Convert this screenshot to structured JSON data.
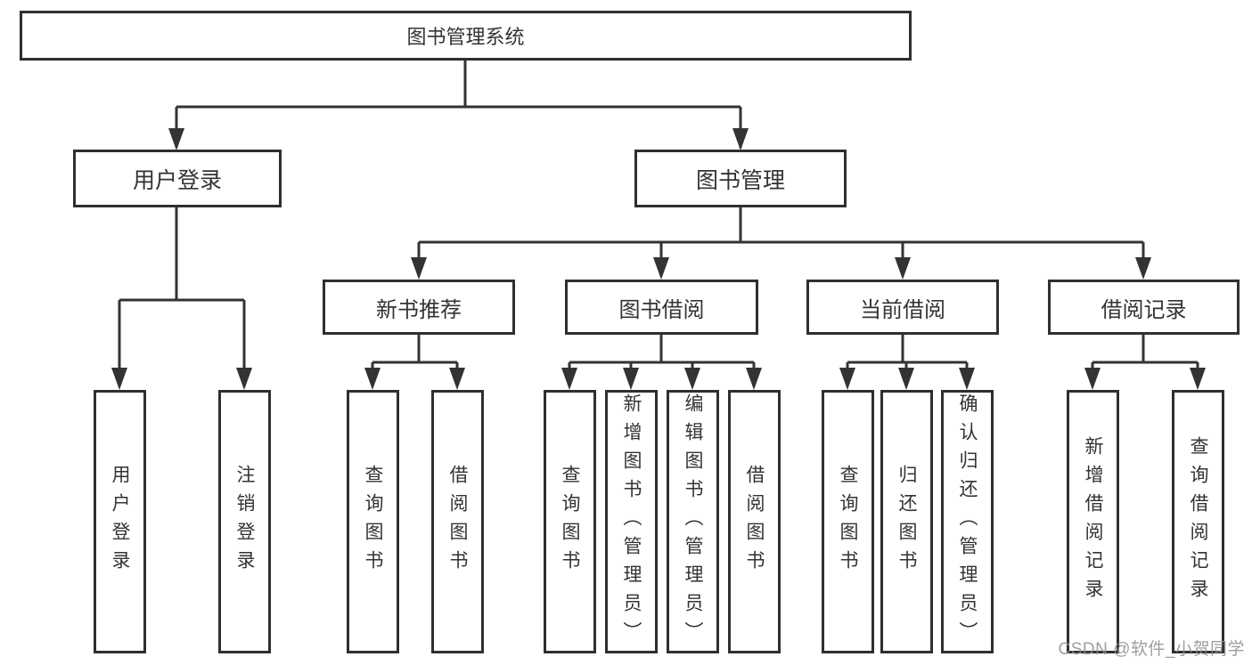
{
  "diagram_title": "图书管理系统",
  "nodes": {
    "root": {
      "label": "图书管理系统"
    },
    "user_login": {
      "label": "用户登录"
    },
    "book_mgmt": {
      "label": "图书管理"
    },
    "new_book_rec": {
      "label": "新书推荐"
    },
    "book_borrow": {
      "label": "图书借阅"
    },
    "current_borrow": {
      "label": "当前借阅"
    },
    "borrow_record": {
      "label": "借阅记录"
    },
    "leaf_user_login": {
      "label": "用户登录"
    },
    "leaf_logout": {
      "label": "注销登录"
    },
    "leaf_query_book_rec": {
      "label": "查询图书"
    },
    "leaf_borrow_book_rec": {
      "label": "借阅图书"
    },
    "leaf_query_book_borrow": {
      "label": "查询图书"
    },
    "leaf_add_book_admin": {
      "label": "新增图书（管理员）"
    },
    "leaf_edit_book_admin": {
      "label": "编辑图书（管理员）"
    },
    "leaf_borrow_book_borrow": {
      "label": "借阅图书"
    },
    "leaf_query_book_current": {
      "label": "查询图书"
    },
    "leaf_return_book": {
      "label": "归还图书"
    },
    "leaf_confirm_return_admin": {
      "label": "确认归还（管理员）"
    },
    "leaf_add_borrow_record": {
      "label": "新增借阅记录"
    },
    "leaf_query_borrow_record": {
      "label": "查询借阅记录"
    }
  },
  "hierarchy": {
    "label": "图书管理系统",
    "children": [
      {
        "label": "用户登录",
        "children": [
          {
            "label": "用户登录"
          },
          {
            "label": "注销登录"
          }
        ]
      },
      {
        "label": "图书管理",
        "children": [
          {
            "label": "新书推荐",
            "children": [
              {
                "label": "查询图书"
              },
              {
                "label": "借阅图书"
              }
            ]
          },
          {
            "label": "图书借阅",
            "children": [
              {
                "label": "查询图书"
              },
              {
                "label": "新增图书（管理员）"
              },
              {
                "label": "编辑图书（管理员）"
              },
              {
                "label": "借阅图书"
              }
            ]
          },
          {
            "label": "当前借阅",
            "children": [
              {
                "label": "查询图书"
              },
              {
                "label": "归还图书"
              },
              {
                "label": "确认归还（管理员）"
              }
            ]
          },
          {
            "label": "借阅记录",
            "children": [
              {
                "label": "新增借阅记录"
              },
              {
                "label": "查询借阅记录"
              }
            ]
          }
        ]
      }
    ]
  },
  "watermark": {
    "text": "CSDN @软件_小贺同学"
  },
  "colors": {
    "line": "#333333",
    "box_border": "#2f2f2f",
    "text": "#333333",
    "watermark": "#919191",
    "background": "#ffffff"
  }
}
